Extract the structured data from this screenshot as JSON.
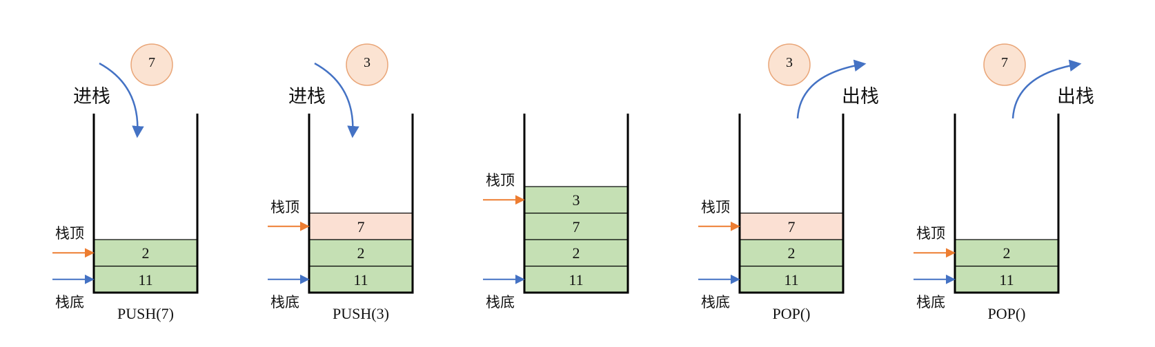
{
  "colors": {
    "item_green": "#c5e0b4",
    "item_pink": "#fbe0d3",
    "ball_fill": "#fbe3d2",
    "ball_stroke": "#e9a577",
    "arrow_blue": "#4472c4",
    "arrow_orange": "#ed7d31",
    "wall": "#000000"
  },
  "panels": [
    {
      "op_label": "PUSH(7)",
      "top_label": "栈顶",
      "bottom_label": "栈底",
      "action": {
        "label": "进栈",
        "direction": "in",
        "value": "7"
      },
      "items": [
        {
          "value": "11",
          "color": "green"
        },
        {
          "value": "2",
          "color": "green"
        }
      ]
    },
    {
      "op_label": "PUSH(3)",
      "top_label": "栈顶",
      "bottom_label": "栈底",
      "action": {
        "label": "进栈",
        "direction": "in",
        "value": "3"
      },
      "items": [
        {
          "value": "11",
          "color": "green"
        },
        {
          "value": "2",
          "color": "green"
        },
        {
          "value": "7",
          "color": "pink"
        }
      ]
    },
    {
      "op_label": "",
      "top_label": "栈顶",
      "bottom_label": "栈底",
      "action": null,
      "items": [
        {
          "value": "11",
          "color": "green"
        },
        {
          "value": "2",
          "color": "green"
        },
        {
          "value": "7",
          "color": "green"
        },
        {
          "value": "3",
          "color": "green"
        }
      ]
    },
    {
      "op_label": "POP()",
      "top_label": "栈顶",
      "bottom_label": "栈底",
      "action": {
        "label": "出栈",
        "direction": "out",
        "value": "3"
      },
      "items": [
        {
          "value": "11",
          "color": "green"
        },
        {
          "value": "2",
          "color": "green"
        },
        {
          "value": "7",
          "color": "pink"
        }
      ]
    },
    {
      "op_label": "POP()",
      "top_label": "栈顶",
      "bottom_label": "栈底",
      "action": {
        "label": "出栈",
        "direction": "out",
        "value": "7"
      },
      "items": [
        {
          "value": "11",
          "color": "green"
        },
        {
          "value": "2",
          "color": "green"
        }
      ]
    }
  ]
}
